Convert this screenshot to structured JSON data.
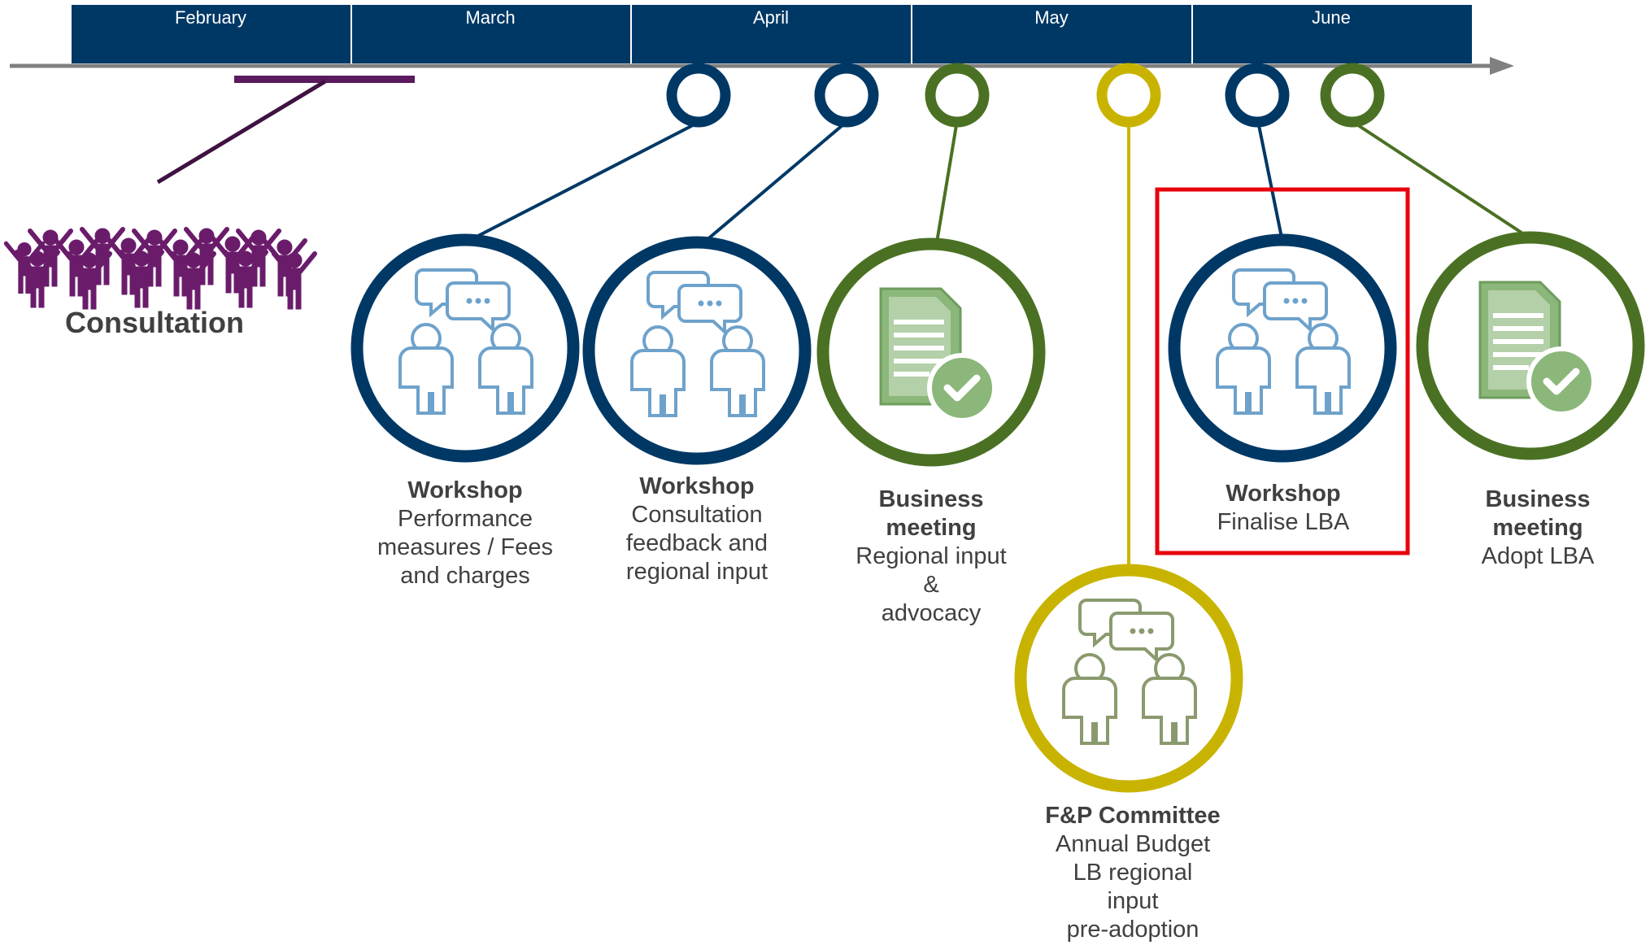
{
  "colors": {
    "navy": "#003865",
    "green": "#4a7123",
    "gold": "#c8b400",
    "purple": "#5a1a5e",
    "axis": "#808080",
    "icon_blue": "#6ea2cb",
    "icon_olive": "#8a9a6e",
    "doc_green": "#8bb77a",
    "highlight_red": "#e8000b"
  },
  "timeline": {
    "months": [
      "February",
      "March",
      "April",
      "May",
      "June"
    ]
  },
  "consultation": {
    "label": "Consultation",
    "icon": "crowd-icon"
  },
  "events": [
    {
      "id": "workshop-1",
      "type": "workshop",
      "color": "navy",
      "icon": "chat-people-icon",
      "title": "Workshop",
      "desc": "Performance\nmeasures / Fees\nand charges"
    },
    {
      "id": "workshop-2",
      "type": "workshop",
      "color": "navy",
      "icon": "chat-people-icon",
      "title": "Workshop",
      "desc": "Consultation\nfeedback and\nregional input"
    },
    {
      "id": "business-1",
      "type": "business",
      "color": "green",
      "icon": "document-check-icon",
      "title": "Business\nmeeting",
      "desc": "Regional input\n&\nadvocacy"
    },
    {
      "id": "committee",
      "type": "committee",
      "color": "gold",
      "icon": "chat-people-icon",
      "title": "F&P Committee",
      "desc": "Annual Budget\nLB regional\ninput\npre-adoption"
    },
    {
      "id": "workshop-3",
      "type": "workshop",
      "color": "navy",
      "icon": "chat-people-icon",
      "title": "Workshop",
      "desc": "Finalise LBA",
      "highlighted": true
    },
    {
      "id": "business-2",
      "type": "business",
      "color": "green",
      "icon": "document-check-icon",
      "title": "Business\nmeeting",
      "desc": "Adopt LBA"
    }
  ]
}
